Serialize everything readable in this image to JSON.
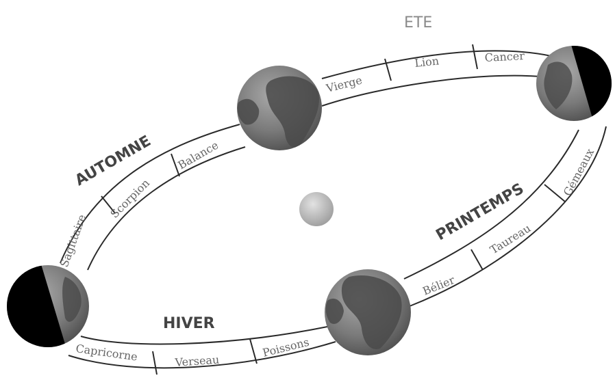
{
  "seasons": {
    "ete": "ETE",
    "automne": "AUTOMNE",
    "printemps": "PRINTEMPS",
    "hiver": "HIVER"
  },
  "signs": {
    "vierge": "Vierge",
    "lion": "Lion",
    "cancer": "Cancer",
    "balance": "Balance",
    "scorpion": "Scorpion",
    "sagittaire": "Sagittaire",
    "capricorne": "Capricorne",
    "verseau": "Verseau",
    "poissons": "Poissons",
    "belier": "Bélier",
    "taureau": "Taureau",
    "gemeaux": "Gémeaux"
  },
  "colors": {
    "band_stroke": "#2a2a2a",
    "earth_ocean": "#7a7a7a",
    "earth_land": "#4a4a4a",
    "night": "#000000",
    "sun": "#b5b5b5"
  }
}
